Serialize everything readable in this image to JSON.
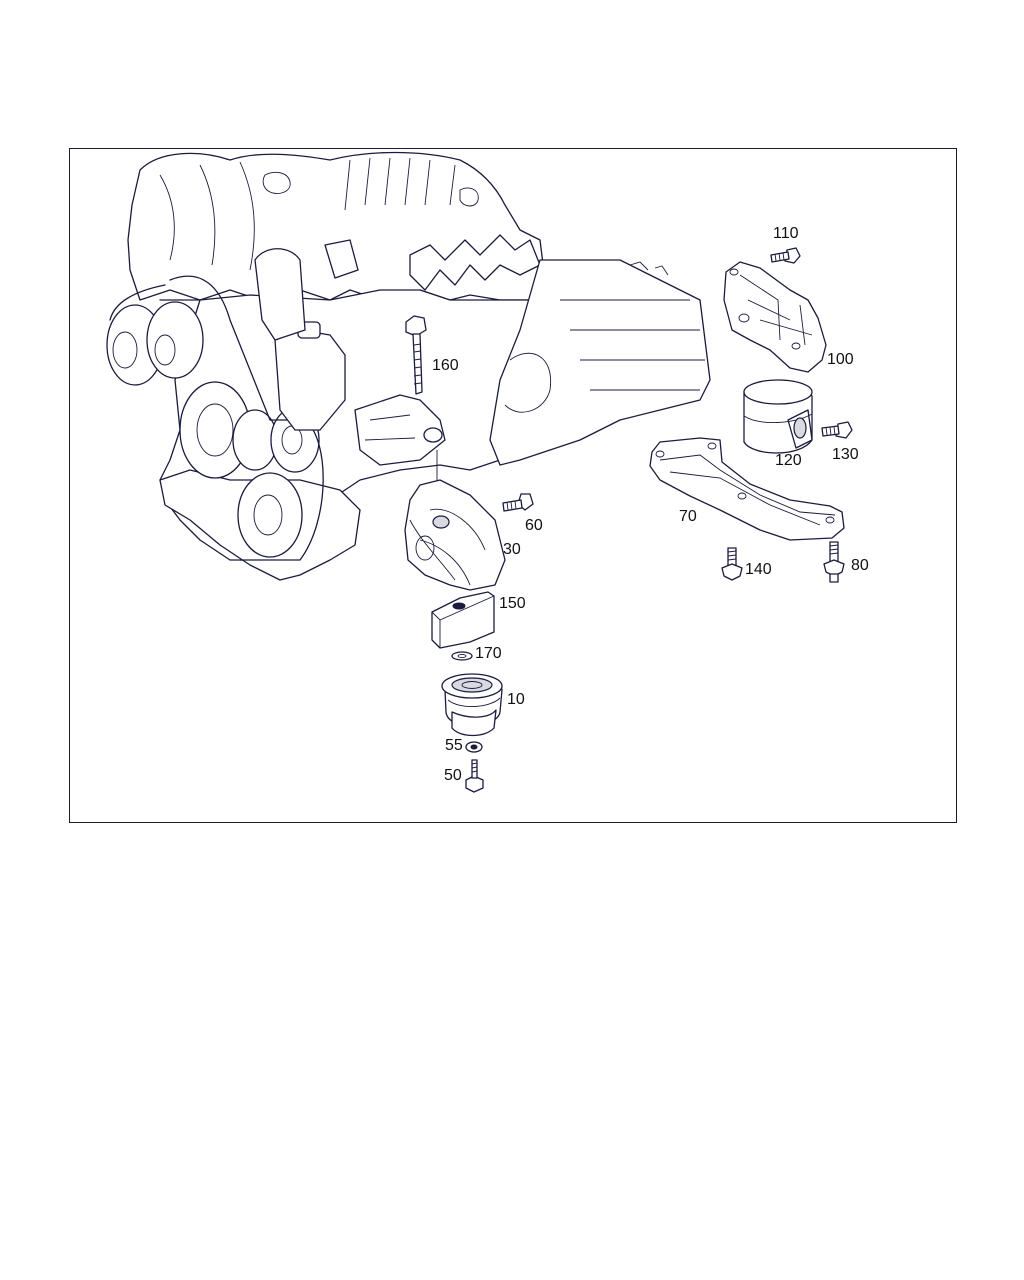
{
  "diagram": {
    "callouts": [
      {
        "id": "110",
        "text": "110"
      },
      {
        "id": "100",
        "text": "100"
      },
      {
        "id": "160",
        "text": "160"
      },
      {
        "id": "120",
        "text": "120"
      },
      {
        "id": "130",
        "text": "130"
      },
      {
        "id": "60",
        "text": "60"
      },
      {
        "id": "70",
        "text": "70"
      },
      {
        "id": "30",
        "text": "30"
      },
      {
        "id": "140",
        "text": "140"
      },
      {
        "id": "80",
        "text": "80"
      },
      {
        "id": "150",
        "text": "150"
      },
      {
        "id": "170",
        "text": "170"
      },
      {
        "id": "10",
        "text": "10"
      },
      {
        "id": "55",
        "text": "55"
      },
      {
        "id": "50",
        "text": "50"
      }
    ],
    "line_color": "#1b1b3d"
  }
}
